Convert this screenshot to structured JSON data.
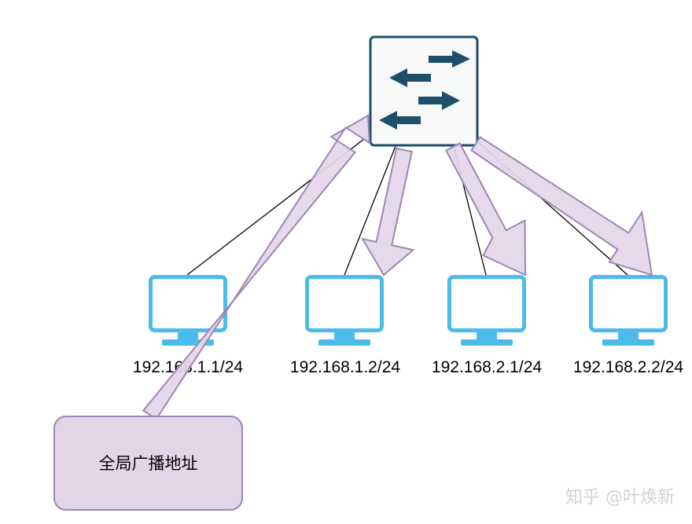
{
  "hosts": [
    {
      "ip": "192.168.1.1/24",
      "icon": "monitor-icon"
    },
    {
      "ip": "192.168.1.2/24",
      "icon": "monitor-icon"
    },
    {
      "ip": "192.168.2.1/24",
      "icon": "monitor-icon"
    },
    {
      "ip": "192.168.2.2/24",
      "icon": "monitor-icon"
    }
  ],
  "switch": {
    "icon": "switch-icon"
  },
  "broadcast_box": {
    "label": "全局广播地址"
  },
  "watermark": {
    "text": "知乎 @叶焕新"
  },
  "colors": {
    "monitor": "#4bbcea",
    "switch_border": "#1f4e6b",
    "switch_arrows": "#1f4e6b",
    "switch_fill": "#f7f8f8",
    "flow_arrow_fill": "#e3d6e9",
    "flow_arrow_stroke": "#9f85b5",
    "box_fill": "#e2d5e8",
    "box_stroke": "#9f85b5"
  }
}
